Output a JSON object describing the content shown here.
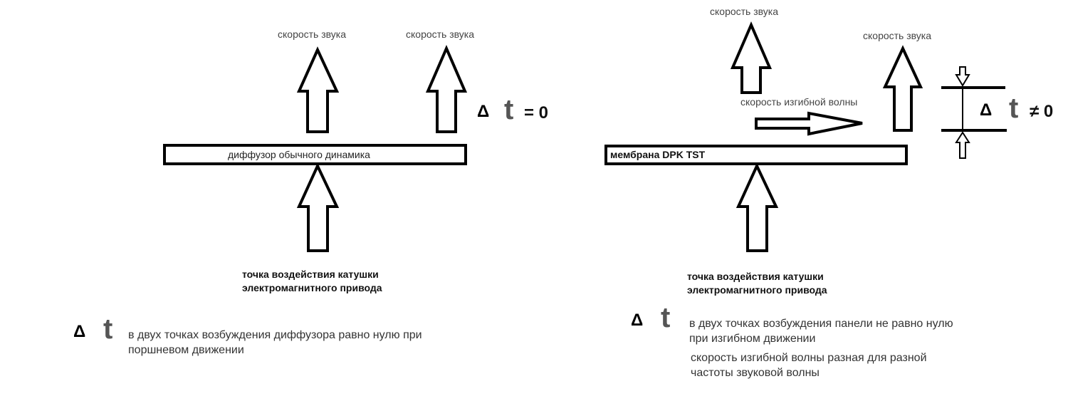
{
  "left": {
    "sound_speed_1": "скорость звука",
    "sound_speed_2": "скорость звука",
    "diffuser_label": "диффузор обычного динамика",
    "delta": "Δ",
    "t": "t",
    "equals": "= 0",
    "coil_point": "точка воздействия катушки\nэлектромагнитного привода",
    "note": "в двух точках возбуждения диффузора равно нулю при\nпоршневом движении"
  },
  "right": {
    "sound_speed_1": "скорость звука",
    "sound_speed_2": "скорость звука",
    "bending_wave": "скорость изгибной волны",
    "membrane_label": "мембрана DPK TST",
    "delta": "Δ",
    "t": "t",
    "not_equals": "≠ 0",
    "coil_point": "точка воздействия катушки\nэлектромагнитного привода",
    "note1": "в двух точках возбуждения панели не равно нулю\nпри изгибном движении",
    "note2": "скорость изгибной волны разная для разной\nчастоты звуковой волны"
  }
}
